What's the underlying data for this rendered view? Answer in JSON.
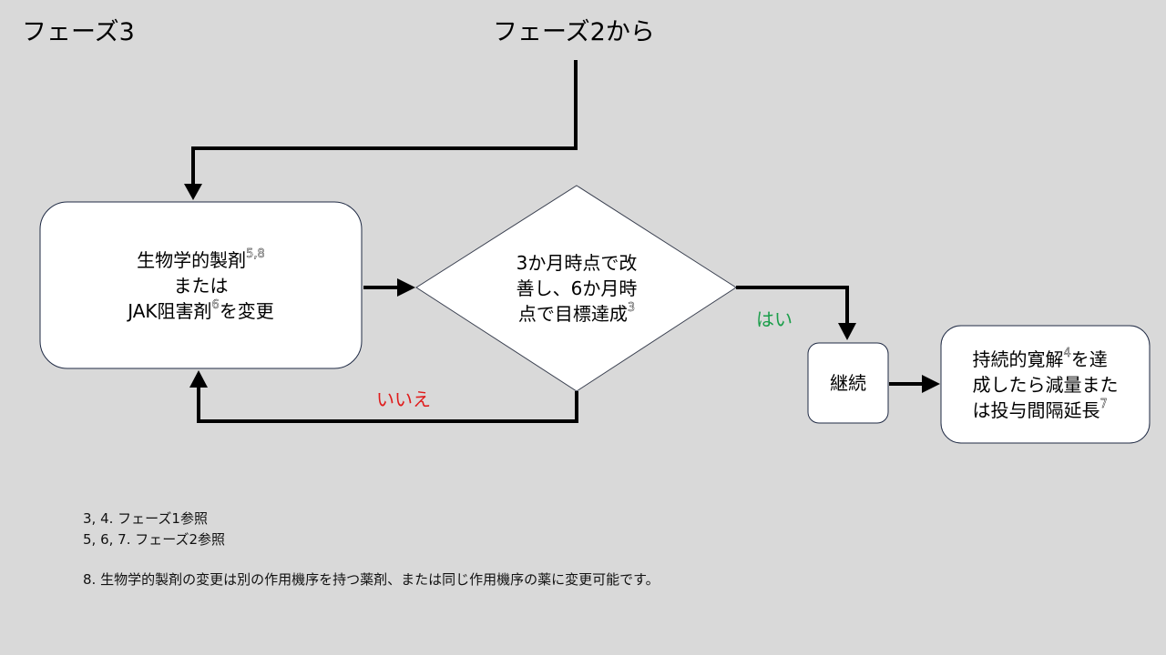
{
  "header": {
    "phase_title": "フェーズ3",
    "from_phase_label": "フェーズ2から"
  },
  "nodes": {
    "switch_box": {
      "line1": "生物学的製剤",
      "line1_sup": "5,8",
      "line2": "または",
      "line3_pre": "JAK阻害剤",
      "line3_sup": "6",
      "line3_post": "を変更"
    },
    "decision": {
      "line1": "3か月時点で改",
      "line2": "善し、6か月時",
      "line3": "点で目標達成",
      "line3_sup": "3"
    },
    "continue_box": {
      "label": "継続"
    },
    "remission_box": {
      "line1_pre": "持続的寛解",
      "line1_sup": "4",
      "line1_post": "を達",
      "line2": "成したら減量また",
      "line3": "は投与間隔延長",
      "line3_sup": "7"
    }
  },
  "edges": {
    "yes_label": "はい",
    "no_label": "いいえ"
  },
  "footnotes": {
    "note1": "3, 4. フェーズ1参照",
    "note2": "5, 6, 7. フェーズ2参照",
    "note3": "8. 生物学的製剤の変更は別の作用機序を持つ薬剤、または同じ作用機序の薬に変更可能です。"
  },
  "colors": {
    "background": "#d9d9d9",
    "yes": "#1a9e4a",
    "no": "#e01b1b",
    "node_fill": "#ffffff",
    "node_border": "#1f2a44",
    "connector": "#000000"
  }
}
